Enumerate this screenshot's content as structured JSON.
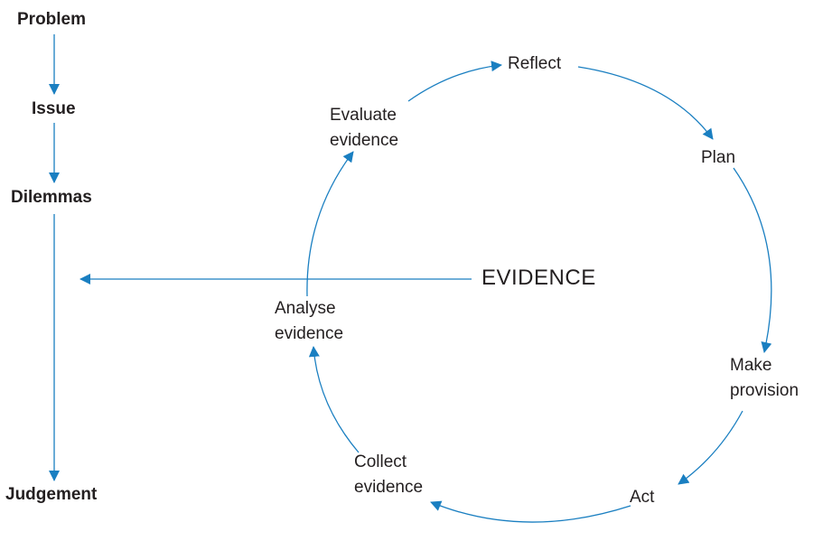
{
  "diagram": {
    "arrow_color": "#1a7fc1",
    "text_color": "#231f20",
    "flow": {
      "problem": "Problem",
      "issue": "Issue",
      "dilemmas": "Dilemmas",
      "judgement": "Judgement"
    },
    "center_label": "EVIDENCE",
    "cycle": {
      "reflect": "Reflect",
      "plan": "Plan",
      "make_provision_line1": "Make",
      "make_provision_line2": "provision",
      "act": "Act",
      "collect_line1": "Collect",
      "collect_line2": "evidence",
      "analyse_line1": "Analyse",
      "analyse_line2": "evidence",
      "evaluate_line1": "Evaluate",
      "evaluate_line2": "evidence"
    }
  }
}
